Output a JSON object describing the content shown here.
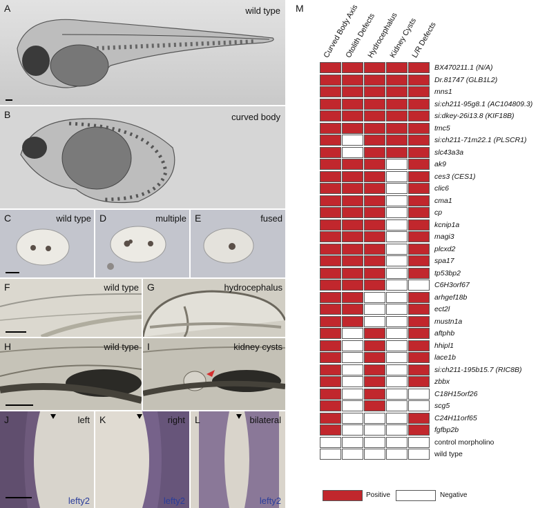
{
  "panels": {
    "A": {
      "letter": "A",
      "title": "wild type"
    },
    "B": {
      "letter": "B",
      "title": "curved body"
    },
    "C": {
      "letter": "C",
      "title": "wild type"
    },
    "D": {
      "letter": "D",
      "title": "multiple"
    },
    "E": {
      "letter": "E",
      "title": "fused"
    },
    "F": {
      "letter": "F",
      "title": "wild type"
    },
    "G": {
      "letter": "G",
      "title": "hydrocephalus"
    },
    "H": {
      "letter": "H",
      "title": "wild type"
    },
    "I": {
      "letter": "I",
      "title": "kidney cysts"
    },
    "J": {
      "letter": "J",
      "title": "left",
      "stain": "lefty2"
    },
    "K": {
      "letter": "K",
      "title": "right",
      "stain": "lefty2"
    },
    "L": {
      "letter": "L",
      "title": "bilateral",
      "stain": "lefty2"
    }
  },
  "matrix": {
    "letter": "M",
    "columns": [
      "Curved Body Axis",
      "Otolith Defects",
      "Hydrocephalus",
      "Kidney Cysts",
      "L/R Defects"
    ],
    "rows": [
      {
        "gene": "BX470211.1 (N/A)",
        "italic": true,
        "v": [
          1,
          1,
          1,
          1,
          1
        ]
      },
      {
        "gene": "Dr.81747 (GLB1L2)",
        "italic": true,
        "v": [
          1,
          1,
          1,
          1,
          1
        ]
      },
      {
        "gene": "mns1",
        "italic": true,
        "v": [
          1,
          1,
          1,
          1,
          1
        ]
      },
      {
        "gene": "si:ch211-95g8.1 (AC104809.3)",
        "italic": true,
        "v": [
          1,
          1,
          1,
          1,
          1
        ]
      },
      {
        "gene": "si:dkey-26i13.8 (KIF18B)",
        "italic": true,
        "v": [
          1,
          1,
          1,
          1,
          1
        ]
      },
      {
        "gene": "tmc5",
        "italic": true,
        "v": [
          1,
          1,
          1,
          1,
          1
        ]
      },
      {
        "gene": "si:ch211-71m22.1 (PLSCR1)",
        "italic": true,
        "v": [
          1,
          0,
          1,
          1,
          1
        ]
      },
      {
        "gene": "slc43a3a",
        "italic": true,
        "v": [
          1,
          0,
          1,
          1,
          1
        ]
      },
      {
        "gene": "ak9",
        "italic": true,
        "v": [
          1,
          1,
          1,
          0,
          1
        ]
      },
      {
        "gene": "ces3 (CES1)",
        "italic": true,
        "v": [
          1,
          1,
          1,
          0,
          1
        ]
      },
      {
        "gene": "clic6",
        "italic": true,
        "v": [
          1,
          1,
          1,
          0,
          1
        ]
      },
      {
        "gene": "cma1",
        "italic": true,
        "v": [
          1,
          1,
          1,
          0,
          1
        ]
      },
      {
        "gene": "cp",
        "italic": true,
        "v": [
          1,
          1,
          1,
          0,
          1
        ]
      },
      {
        "gene": "kcnip1a",
        "italic": true,
        "v": [
          1,
          1,
          1,
          0,
          1
        ]
      },
      {
        "gene": "magi3",
        "italic": true,
        "v": [
          1,
          1,
          1,
          0,
          1
        ]
      },
      {
        "gene": "plcxd2",
        "italic": true,
        "v": [
          1,
          1,
          1,
          0,
          1
        ]
      },
      {
        "gene": "spa17",
        "italic": true,
        "v": [
          1,
          1,
          1,
          0,
          1
        ]
      },
      {
        "gene": "tp53bp2",
        "italic": true,
        "v": [
          1,
          1,
          1,
          0,
          1
        ]
      },
      {
        "gene": "C6H3orf67",
        "italic": true,
        "v": [
          1,
          1,
          1,
          0,
          0
        ]
      },
      {
        "gene": "arhgef18b",
        "italic": true,
        "v": [
          1,
          1,
          0,
          0,
          1
        ]
      },
      {
        "gene": "ect2l",
        "italic": true,
        "v": [
          1,
          1,
          0,
          0,
          1
        ]
      },
      {
        "gene": "mustn1a",
        "italic": true,
        "v": [
          1,
          1,
          0,
          0,
          1
        ]
      },
      {
        "gene": "aftphb",
        "italic": true,
        "v": [
          1,
          0,
          1,
          0,
          1
        ]
      },
      {
        "gene": "hhipl1",
        "italic": true,
        "v": [
          1,
          0,
          1,
          0,
          1
        ]
      },
      {
        "gene": "lace1b",
        "italic": true,
        "v": [
          1,
          0,
          1,
          0,
          1
        ]
      },
      {
        "gene": "si:ch211-195b15.7 (RIC8B)",
        "italic": true,
        "v": [
          1,
          0,
          1,
          0,
          1
        ]
      },
      {
        "gene": "zbbx",
        "italic": true,
        "v": [
          1,
          0,
          1,
          0,
          1
        ]
      },
      {
        "gene": "C18H15orf26",
        "italic": true,
        "v": [
          1,
          0,
          1,
          0,
          0
        ]
      },
      {
        "gene": "scg5",
        "italic": true,
        "v": [
          1,
          0,
          1,
          0,
          0
        ]
      },
      {
        "gene": "C24H11orf65",
        "italic": true,
        "v": [
          1,
          0,
          0,
          0,
          1
        ]
      },
      {
        "gene": "fgfbp2b",
        "italic": true,
        "v": [
          1,
          0,
          0,
          0,
          1
        ]
      },
      {
        "gene": "control morpholino",
        "italic": false,
        "v": [
          0,
          0,
          0,
          0,
          0
        ]
      },
      {
        "gene": "wild type",
        "italic": false,
        "v": [
          0,
          0,
          0,
          0,
          0
        ]
      }
    ],
    "legend": {
      "positive": "Positive",
      "negative": "Negative"
    },
    "colors": {
      "positive": "#c1272d",
      "negative": "#ffffff"
    }
  }
}
